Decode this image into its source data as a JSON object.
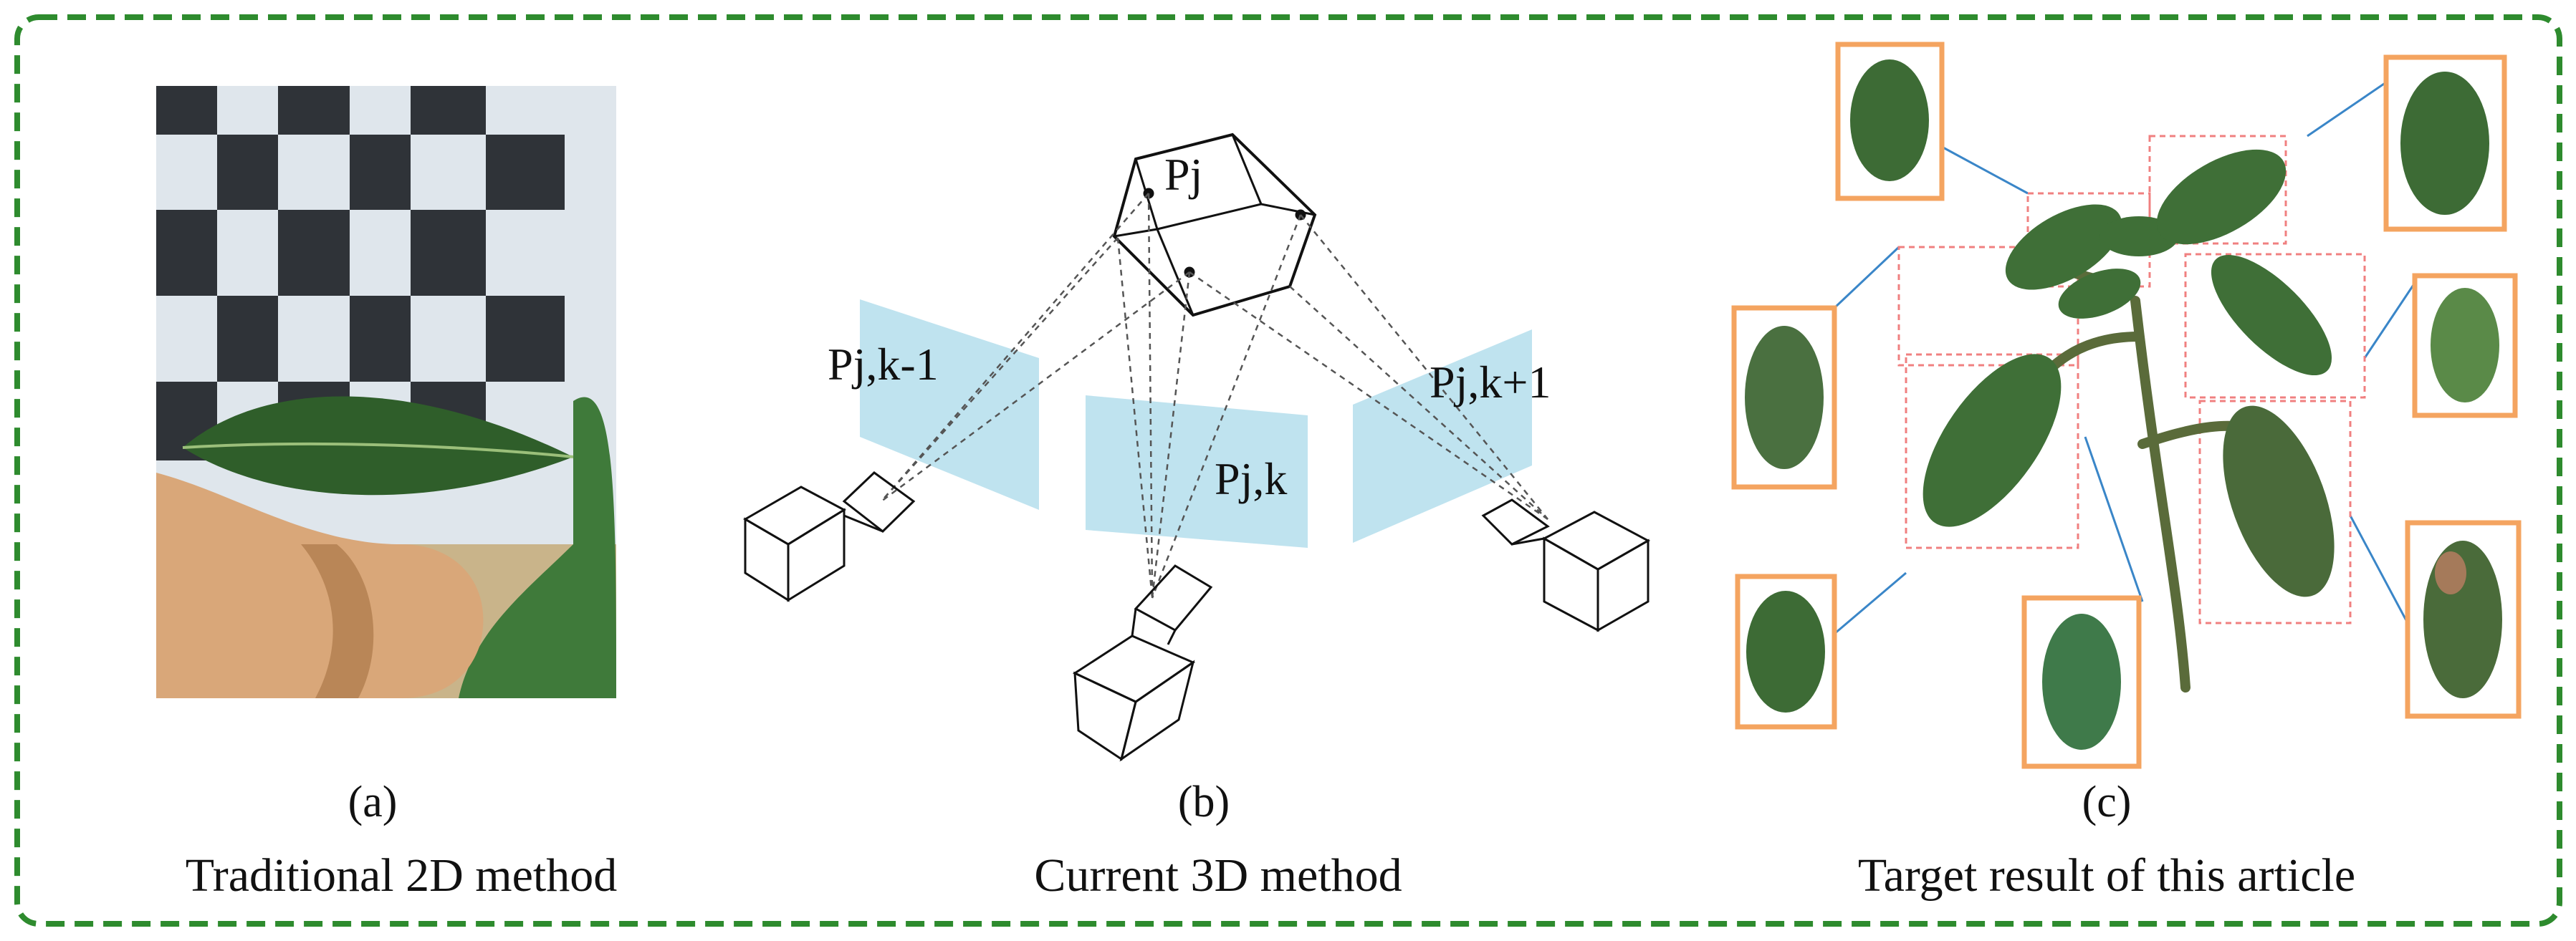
{
  "panels": [
    {
      "label": "(a)",
      "title": "Traditional 2D method"
    },
    {
      "label": "(b)",
      "title": "Current 3D method"
    },
    {
      "label": "(c)",
      "title": "Target result of this article"
    }
  ],
  "points": {
    "pj": "Pj",
    "pjk_minus": "Pj,k-1",
    "pjk": "Pj,k",
    "pjk_plus": "Pj,k+1"
  },
  "colors": {
    "frame_dash": "#2e8b2e",
    "image_plane": "#bfe3ef",
    "orange_box": "#f4a460",
    "red_dashed_box": "#f08080",
    "connector_line": "#3a86c8",
    "leaf": "#3d6b35"
  }
}
